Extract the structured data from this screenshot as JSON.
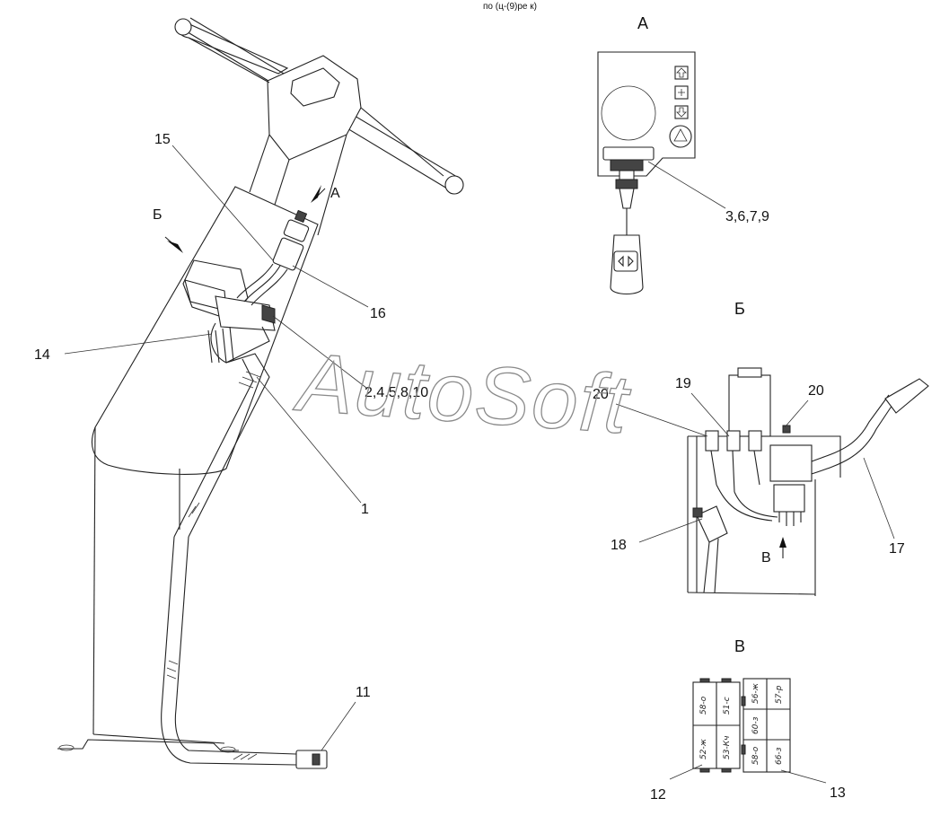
{
  "header": {
    "note": "по (ц-(9)ре к)"
  },
  "views": {
    "a": "А",
    "b": "Б",
    "v": "В"
  },
  "callouts": {
    "n15": "15",
    "arrow_a": "А",
    "arrow_b": "Б",
    "n16": "16",
    "n14": "14",
    "n2_10": "2,4,5,8,10",
    "n1": "1",
    "n11": "11",
    "n3_9": "3,6,7,9",
    "n20_left": "20",
    "n19": "19",
    "n20_right": "20",
    "n18": "18",
    "arrow_v": "В",
    "n17": "17",
    "n12": "12",
    "n13": "13"
  },
  "connector_pins": {
    "left": [
      "58-о",
      "51-с",
      "52-ж",
      "53-Кч"
    ],
    "right": [
      "56-ж",
      "57-р",
      "60-з",
      "58-о",
      "66-з"
    ]
  },
  "watermark": "AutoSoft",
  "icons": {
    "turn_signal_lever": "double-arrow-icon",
    "hazard_button": "hazard-triangle-icon"
  }
}
